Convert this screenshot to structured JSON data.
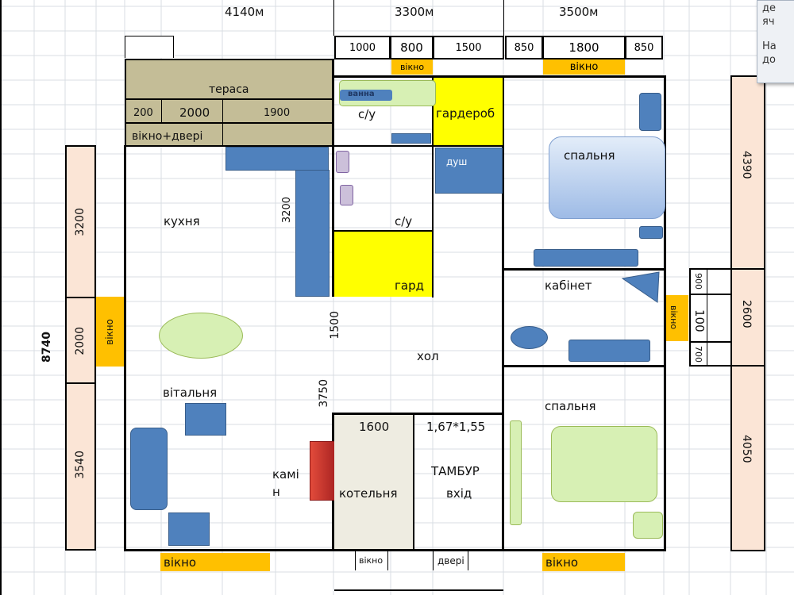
{
  "dimensions": {
    "top": [
      "4140м",
      "3300м",
      "3500м"
    ],
    "sub_top": [
      "1000",
      "800",
      "1500",
      "850",
      "1800",
      "850"
    ],
    "left_total": "8740",
    "left": [
      "3200",
      "2000",
      "3540"
    ],
    "right": [
      "4390",
      "2600",
      "4050"
    ],
    "right_small": [
      "900",
      "100",
      "700"
    ],
    "terrace_sub": [
      "200",
      "2000",
      "1900"
    ],
    "inner": {
      "kitchen_wall": "3200",
      "hall": "1500",
      "living": "3750",
      "boiler": "1600",
      "vestibule": "1,67*1,55"
    }
  },
  "labels": {
    "terrace": "тераса",
    "window_door": "вікно+двері",
    "kitchen": "кухня",
    "living": "вітальня",
    "fireplace": "камі\nн",
    "boiler_room": "котельня",
    "vestibule": "ТАМБУР",
    "entrance": "вхід",
    "hall": "хол",
    "wc1": "с/у",
    "wc2": "с/у",
    "wardrobe": "гардероб",
    "wardrobe_small": "гард",
    "shower": "душ",
    "bath": "ванна",
    "bedroom1": "спальня",
    "study": "кабінет",
    "bedroom2": "спальня",
    "window": "вікно",
    "door": "двері"
  },
  "note": {
    "line1": "де",
    "line2": "яч",
    "line3": "На",
    "line4": "до"
  },
  "colors": {
    "wall": "#000000",
    "window": "#ffc000",
    "furniture": "#4f81bd",
    "terrace": "#c4bd97",
    "wardrobe": "#ffff00",
    "dimension": "#fbe5d6",
    "boiler_room": "#eeece1",
    "green_furniture": "#d7f0b4",
    "fireplace": "#c0392b",
    "bed": "#c6d9f1"
  }
}
